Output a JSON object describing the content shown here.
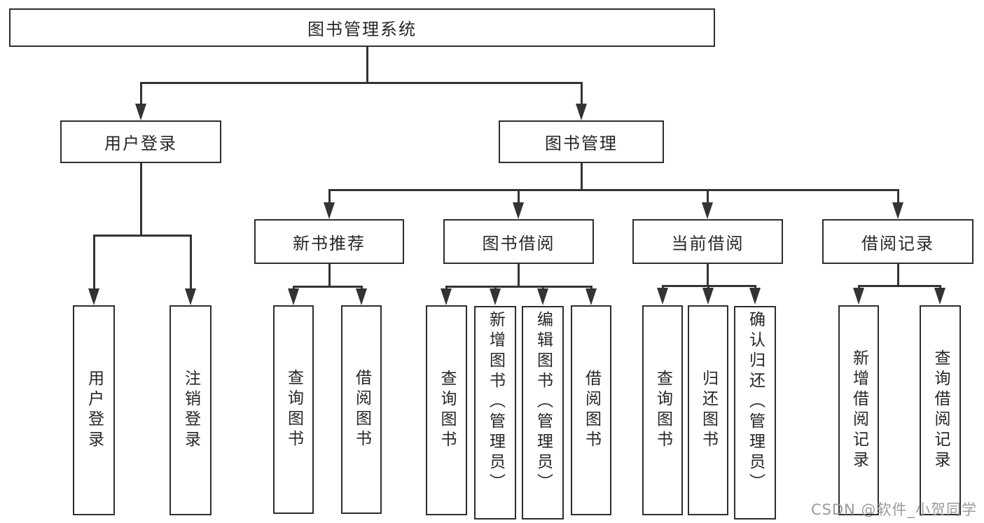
{
  "title": "图书管理系统",
  "nodes": {
    "root": "图书管理系统",
    "user_login": "用户登录",
    "book_management": "图书管理",
    "new_book_recommend": "新书推荐",
    "book_borrow": "图书借阅",
    "current_borrow": "当前借阅",
    "borrow_records": "借阅记录",
    "leaf_user_login": "用户登录",
    "leaf_logout": "注销登录",
    "leaf_nr_query": "查询图书",
    "leaf_nr_borrow": "借阅图书",
    "leaf_bb_query": "查询图书",
    "leaf_bb_add": "新增图书（管理员）",
    "leaf_bb_edit": "编辑图书（管理员）",
    "leaf_bb_borrow": "借阅图书",
    "leaf_cb_query": "查询图书",
    "leaf_cb_return": "归还图书",
    "leaf_cb_confirm": "确认归还（管理员）",
    "leaf_br_add": "新增借阅记录",
    "leaf_br_query": "查询借阅记录"
  },
  "hierarchy": {
    "label": "图书管理系统",
    "children": [
      {
        "label": "用户登录",
        "children": [
          {
            "label": "用户登录"
          },
          {
            "label": "注销登录"
          }
        ]
      },
      {
        "label": "图书管理",
        "children": [
          {
            "label": "新书推荐",
            "children": [
              {
                "label": "查询图书"
              },
              {
                "label": "借阅图书"
              }
            ]
          },
          {
            "label": "图书借阅",
            "children": [
              {
                "label": "查询图书"
              },
              {
                "label": "新增图书（管理员）"
              },
              {
                "label": "编辑图书（管理员）"
              },
              {
                "label": "借阅图书"
              }
            ]
          },
          {
            "label": "当前借阅",
            "children": [
              {
                "label": "查询图书"
              },
              {
                "label": "归还图书"
              },
              {
                "label": "确认归还（管理员）"
              }
            ]
          },
          {
            "label": "借阅记录",
            "children": [
              {
                "label": "新增借阅记录"
              },
              {
                "label": "查询借阅记录"
              }
            ]
          }
        ]
      }
    ]
  },
  "watermark": "CSDN @软件_小贺同学",
  "colors": {
    "line": "#333333",
    "border": "#2e2e2e",
    "text": "#262626",
    "background": "#ffffff",
    "watermark": "#9b9b9b"
  }
}
